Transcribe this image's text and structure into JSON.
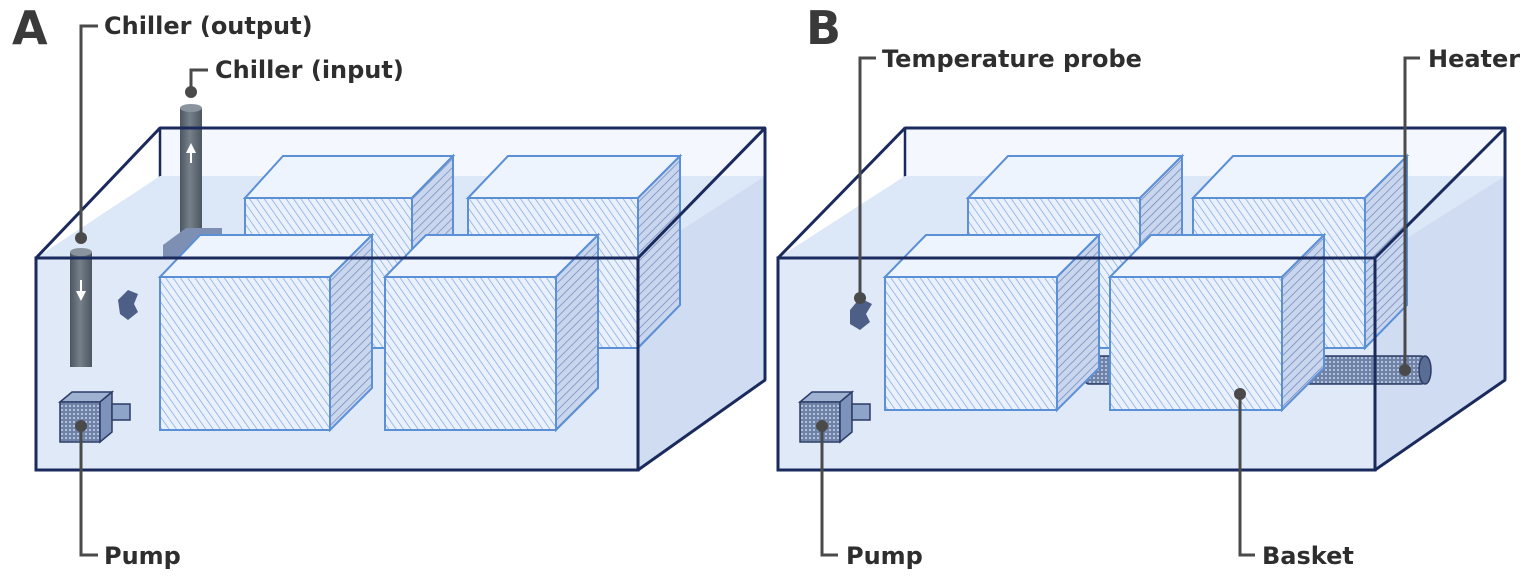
{
  "panels": [
    {
      "letter": "A",
      "labels": {
        "chiller_output": "Chiller (output)",
        "chiller_input": "Chiller (input)",
        "pump": "Pump"
      }
    },
    {
      "letter": "B",
      "labels": {
        "temperature_probe": "Temperature probe",
        "heater": "Heater",
        "pump": "Pump",
        "basket": "Basket"
      }
    }
  ],
  "colors": {
    "tank_outline": "#1b2a5c",
    "water": "#dde8f8",
    "basket_face": "#e4eefc",
    "basket_side": "#c6d4ec",
    "basket_edge": "#5b8fd6",
    "pipe": "#5d6872",
    "pump_body": "#8ea4c8",
    "leader": "#4a4a4a",
    "text": "#2e2e2e"
  }
}
